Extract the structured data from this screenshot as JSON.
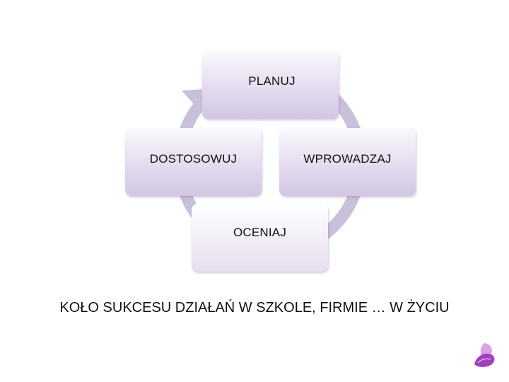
{
  "diagram": {
    "steps": [
      {
        "id": "plan",
        "label": "PLANUJ"
      },
      {
        "id": "implement",
        "label": "WPROWADZAJ"
      },
      {
        "id": "evaluate",
        "label": "OCENIAJ"
      },
      {
        "id": "adjust",
        "label": "DOSTOSOWUJ"
      }
    ],
    "caption": "KOŁO  SUKCESU DZIAŁAŃ W SZKOLE, FIRMIE … W ŻYCIU"
  },
  "colors": {
    "ring": "#c9c1d9",
    "box_top": "#fbf9fd",
    "box_bottom": "#d2c6e2",
    "logo_primary": "#a23fc0",
    "logo_secondary": "#d7a3e6"
  },
  "icons": {
    "logo": "petal-logo-icon",
    "cycle_arrow": "circular-arrow-icon"
  }
}
